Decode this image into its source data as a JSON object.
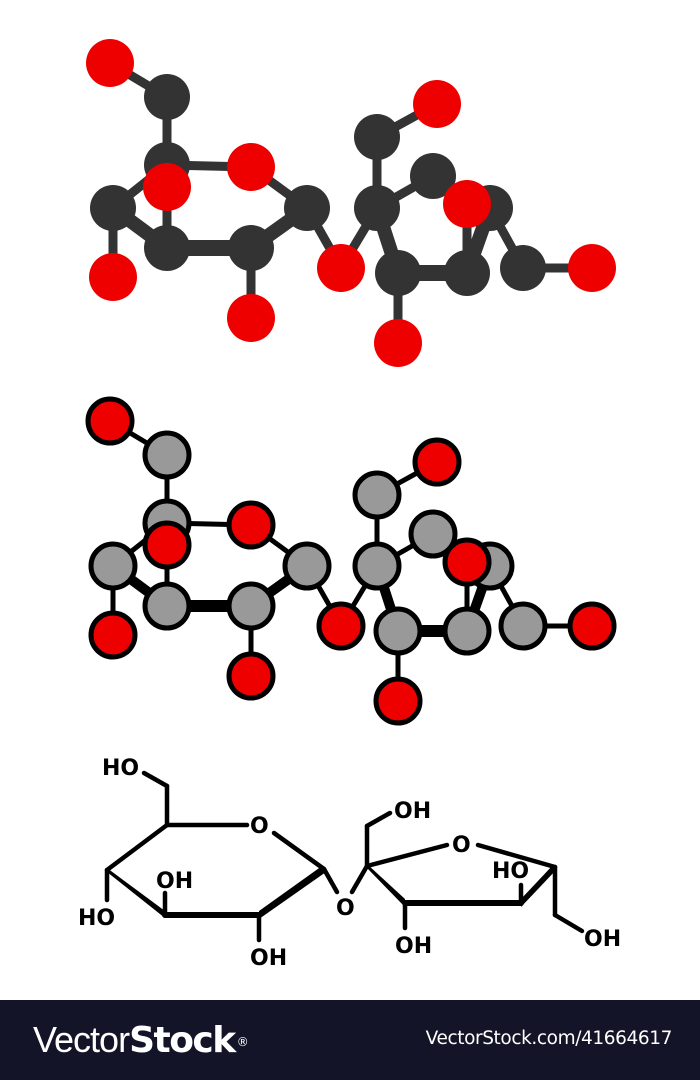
{
  "image": {
    "subject": "Sucrose molecule",
    "renderings": [
      {
        "id": "model-dark",
        "style": "ball-and-stick, no outline",
        "carbon_color": "#333333",
        "oxygen_color": "#EE0000",
        "bond_color": "#333333"
      },
      {
        "id": "model-outlined",
        "style": "ball-and-stick, black outline",
        "carbon_color": "#999999",
        "oxygen_color": "#EE0000",
        "bond_color": "#000000",
        "outline_color": "#000000"
      },
      {
        "id": "skeletal-formula",
        "style": "Haworth-like skeletal formula",
        "line_color": "#000000"
      }
    ]
  },
  "colors": {
    "background": "#FFFFFF",
    "carbon_dark": "#333333",
    "carbon_light": "#999999",
    "oxygen": "#EE0000",
    "footer_bg": "#131427",
    "footer_text": "#FFFFFF"
  },
  "formula_labels": {
    "glc_ch2oh": "HO",
    "glc_ring_o": "O",
    "glc_oh3": "OH",
    "glc_oh4": "HO",
    "glc_oh2": "OH",
    "bridge_o": "O",
    "fru_ch2oh1": "OH",
    "fru_ring_o": "O",
    "fru_oh4": "HO",
    "fru_oh3": "OH",
    "fru_ch2oh6": "OH"
  },
  "footer": {
    "brand_light": "Vector",
    "brand_bold": "Stock",
    "brand_mark": "®",
    "image_ref": "VectorStock.com/41664617"
  }
}
